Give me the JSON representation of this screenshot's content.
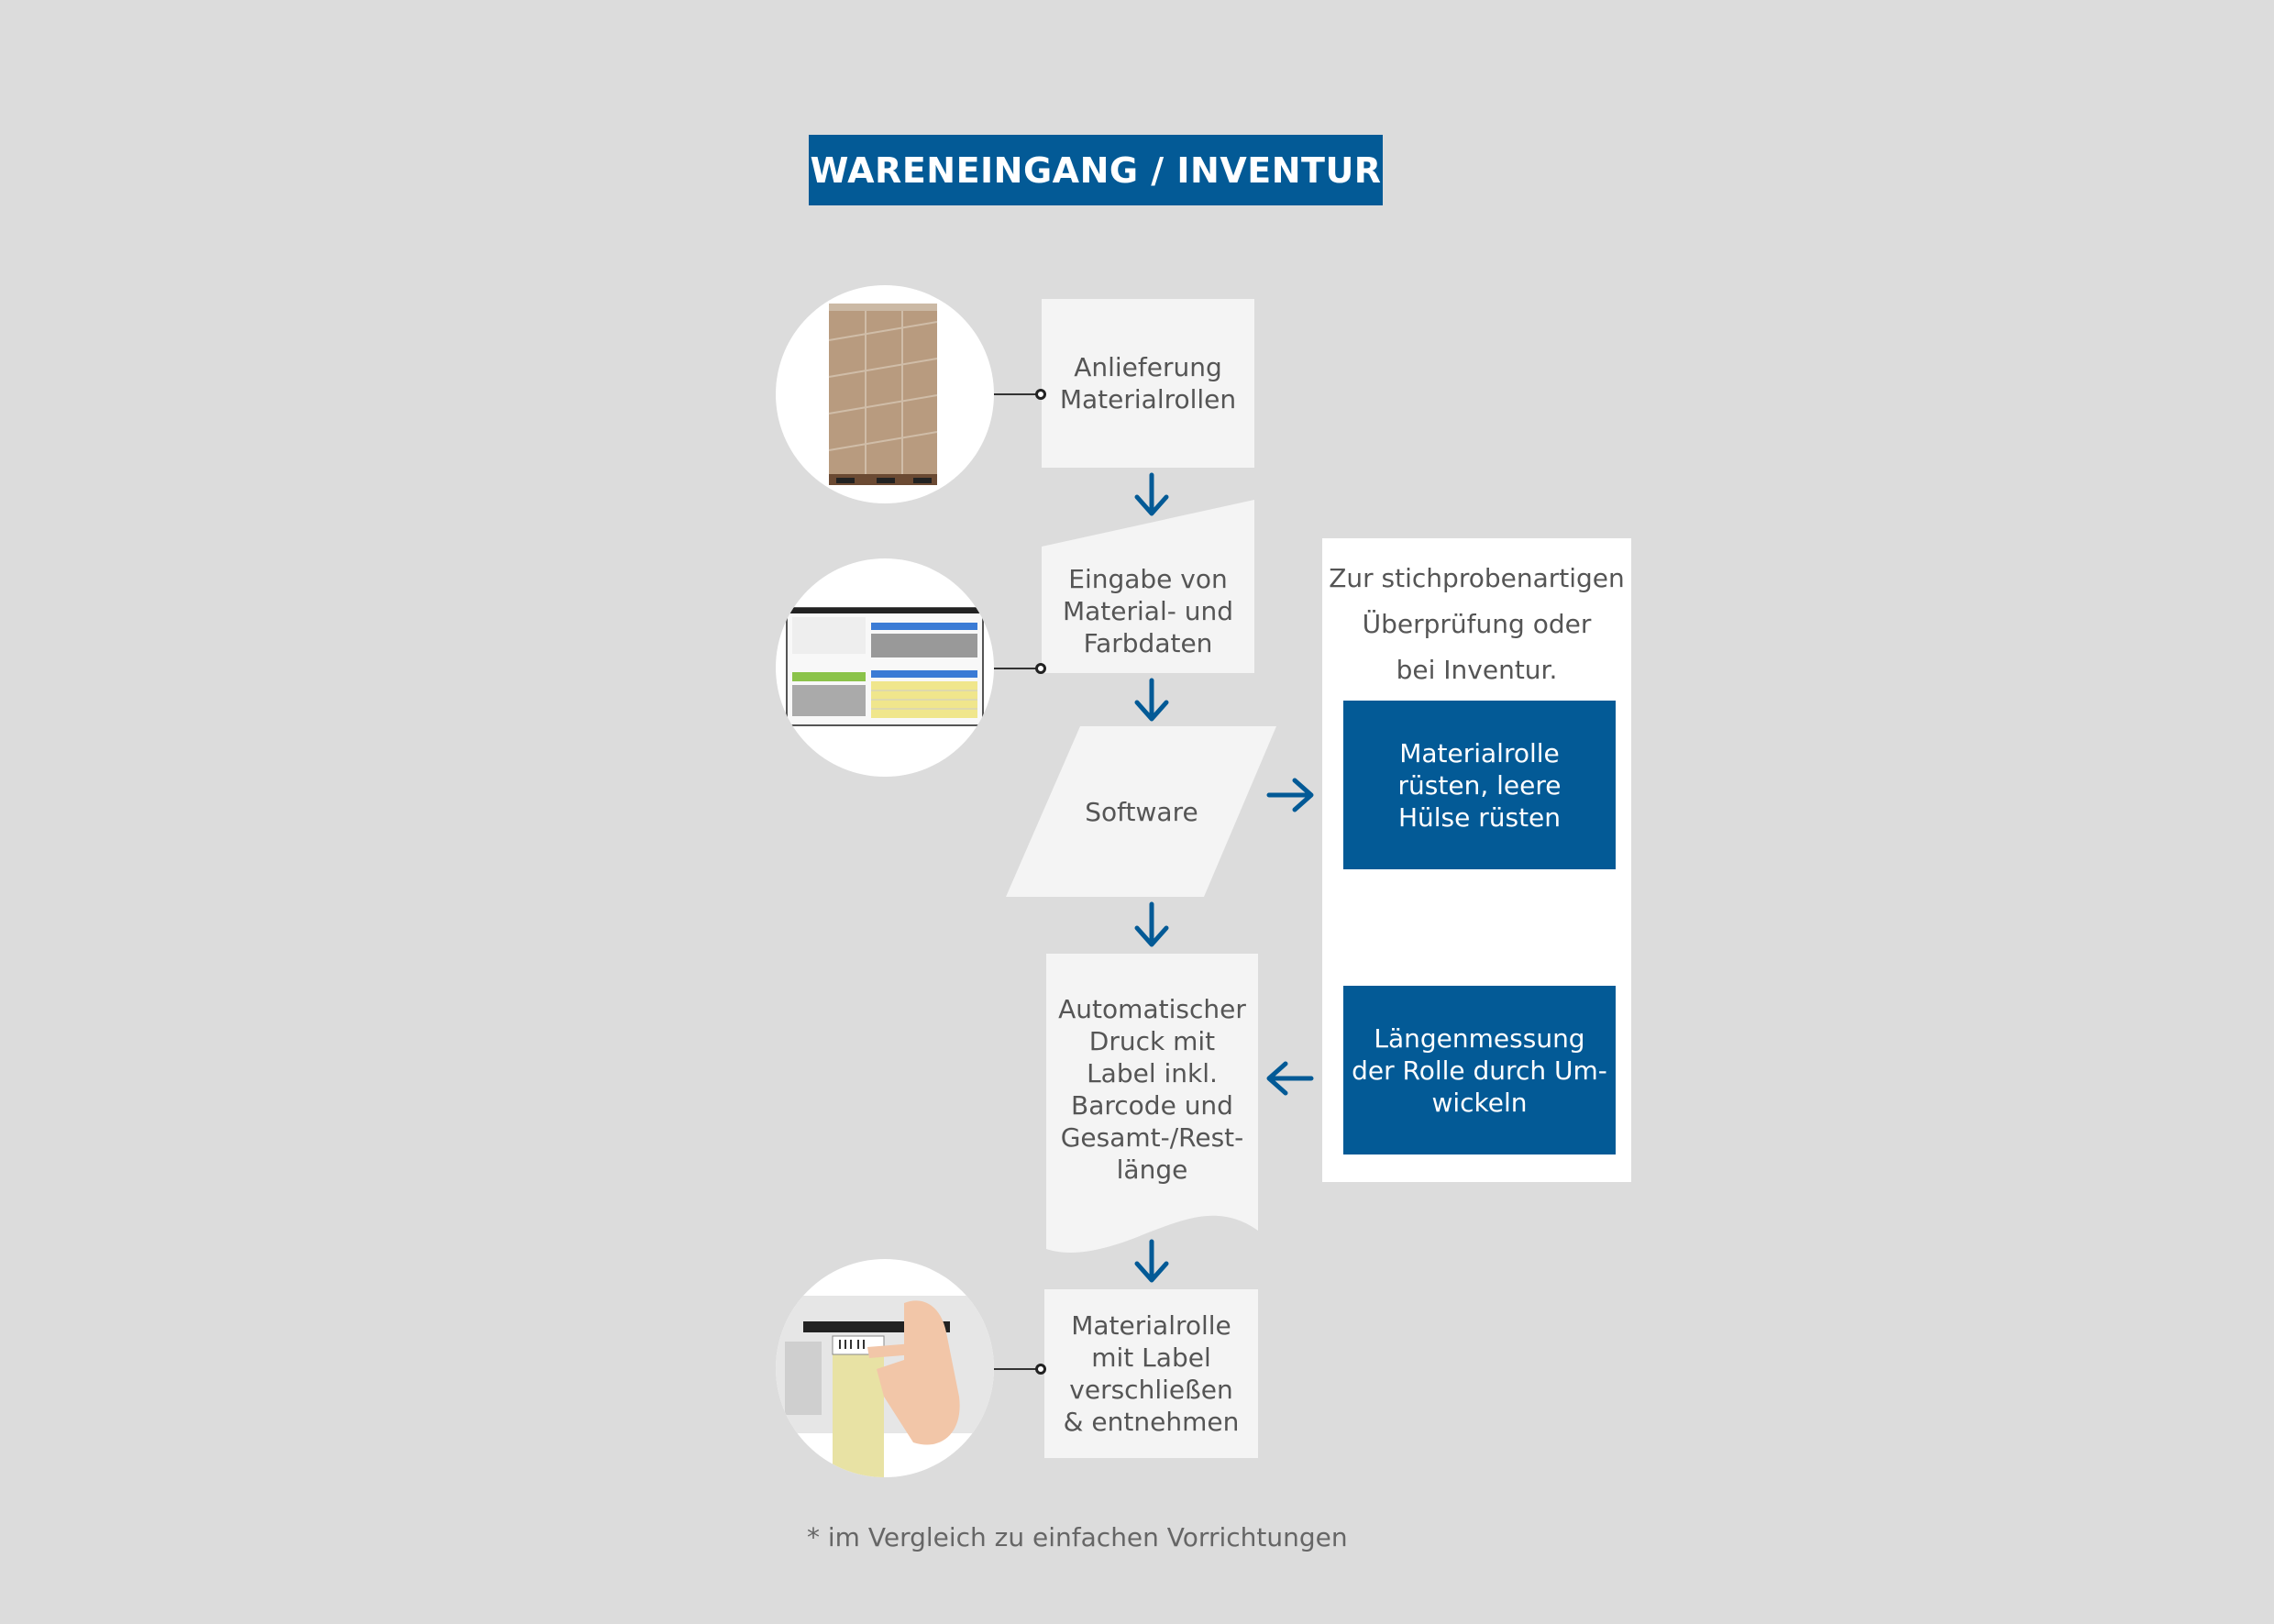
{
  "title": "WARENEINGANG / INVENTUR",
  "steps": {
    "delivery": [
      "Anlieferung",
      "Materialrollen"
    ],
    "input": [
      "Eingabe von",
      "Material- und",
      "Farbdaten"
    ],
    "software": "Software",
    "print": [
      "Automatischer",
      "Druck mit",
      "Label inkl.",
      "Barcode und",
      "Gesamt-/Rest-",
      "länge"
    ],
    "close": [
      "Materialrolle",
      "mit Label",
      "verschließen",
      "& entnehmen"
    ]
  },
  "side_panel": {
    "intro": [
      "Zur stichprobenartigen",
      "Überprüfung oder",
      "bei Inventur."
    ],
    "box1": [
      "Materialrolle",
      "rüsten, leere",
      "Hülse rüsten"
    ],
    "box2": [
      "Längenmessung",
      "der Rolle durch Um-",
      "wickeln"
    ]
  },
  "footnote": "* im Vergleich zu einfachen Vorrichtungen",
  "colors": {
    "accent": "#035a96",
    "background": "#dcdcdc",
    "shape_fill": "#f4f4f4"
  },
  "icons": {
    "photo1": "pallet-photo",
    "photo2": "software-screenshot",
    "photo3": "label-printer-photo",
    "arrows": "arrow-icon"
  }
}
